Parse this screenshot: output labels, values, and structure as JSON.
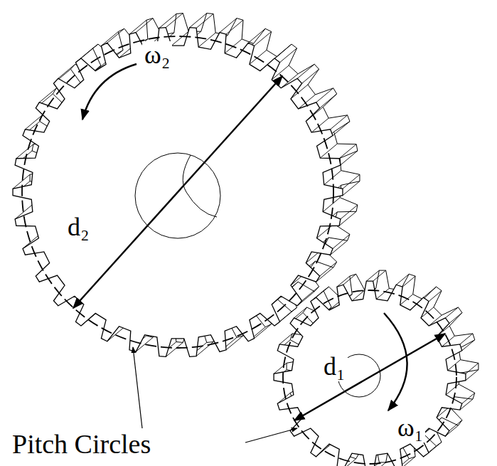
{
  "diagram": {
    "labels": [
      "ω₂",
      "d₂",
      "d₁",
      "ω₁",
      "Pitch Circles"
    ]
  }
}
